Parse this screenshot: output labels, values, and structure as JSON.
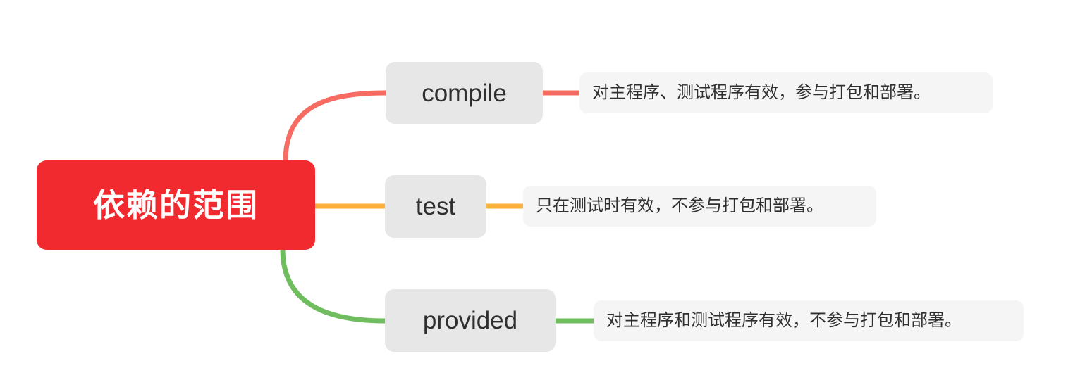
{
  "diagram": {
    "type": "mind-map",
    "title": "依赖的范围",
    "root": {
      "label": "依赖的范围",
      "bg_color": "#f02a2e",
      "text_color": "#ffffff"
    },
    "node_bg_color": "#e7e7e7",
    "leaf_bg_color": "#f5f5f5",
    "node_text_color": "#2f2f2f",
    "canvas_bg_color": "#ffffff",
    "branches": [
      {
        "id": "compile",
        "label": "compile",
        "detail": "对主程序、测试程序有效，参与打包和部署。",
        "color": "#f76c62"
      },
      {
        "id": "test",
        "label": "test",
        "detail": "只在测试时有效，不参与打包和部署。",
        "color": "#fbb03b"
      },
      {
        "id": "provided",
        "label": "provided",
        "detail": "对主程序和测试程序有效，不参与打包和部署。",
        "color": "#70bd5f"
      }
    ]
  }
}
